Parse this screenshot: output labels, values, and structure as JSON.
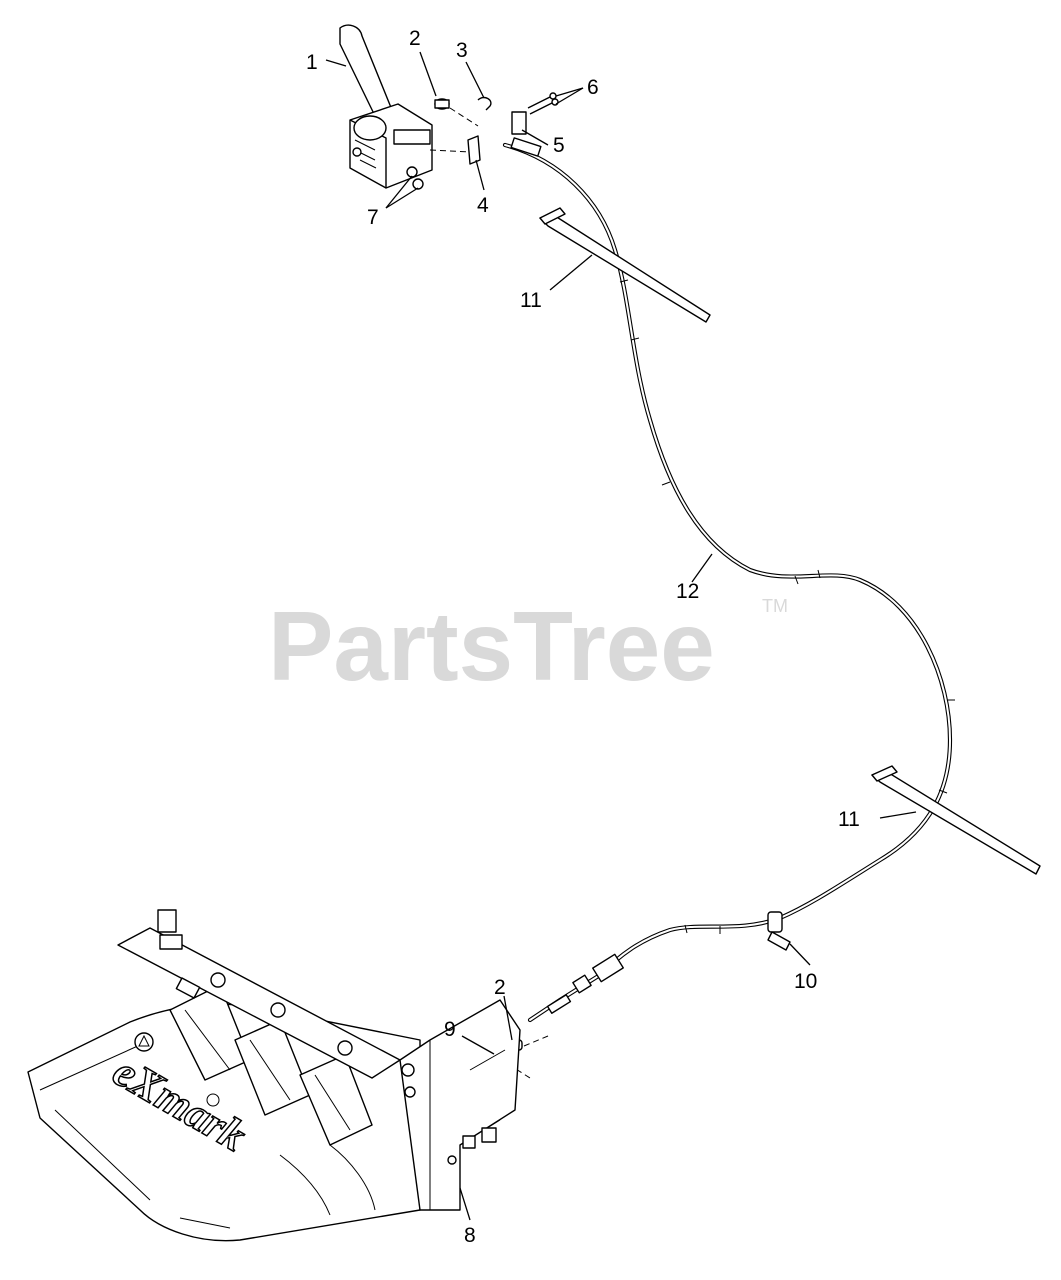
{
  "watermark": {
    "text": "PartsTree",
    "tm": "TM"
  },
  "logo": {
    "text": "eXmark"
  },
  "callouts": {
    "c1": "1",
    "c2_top": "2",
    "c3": "3",
    "c4": "4",
    "c5": "5",
    "c6": "6",
    "c7": "7",
    "c8": "8",
    "c9": "9",
    "c2_bottom": "2",
    "c10": "10",
    "c11_top": "11",
    "c11_bottom": "11",
    "c12": "12"
  }
}
